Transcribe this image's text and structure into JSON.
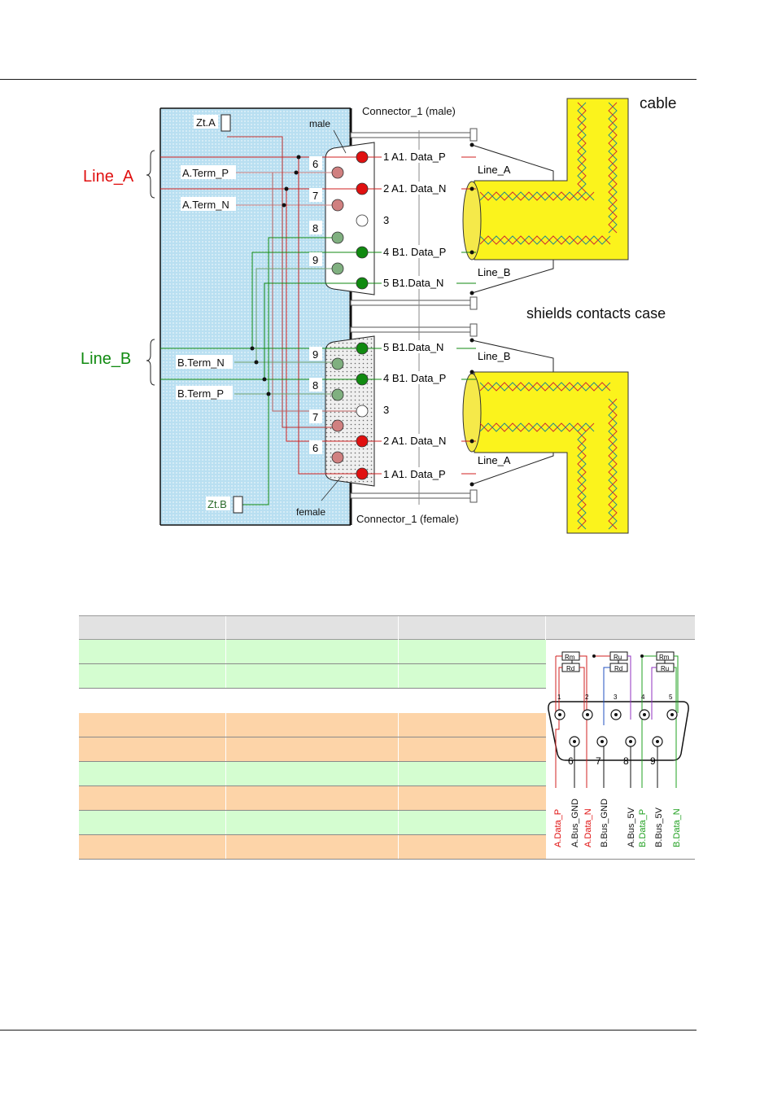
{
  "diagram": {
    "line_a_label": "Line_A",
    "line_b_label": "Line_B",
    "cable_label": "cable",
    "shields_label": "shields contacts case",
    "connector_male_label": "Connector_1 (male)",
    "connector_female_label": "Connector_1 (female)",
    "male_label": "male",
    "female_label": "female",
    "zt_a": "Zt.A",
    "zt_b": "Zt.B",
    "a_term_p": "A.Term_P",
    "a_term_n": "A.Term_N",
    "b_term_n": "B.Term_N",
    "b_term_p": "B.Term_P",
    "male_side_pins": [
      "6",
      "7",
      "8",
      "9"
    ],
    "female_side_pins": [
      "9",
      "8",
      "7",
      "6"
    ],
    "male_pin_labels": [
      "1 A1. Data_P",
      "2 A1. Data_N",
      "3",
      "4 B1. Data_P",
      "5 B1.Data_N"
    ],
    "female_pin_labels": [
      "5 B1.Data_N",
      "4 B1. Data_P",
      "3",
      "2 A1. Data_N",
      "1 A1. Data_P"
    ],
    "cable_line_labels_top": [
      "Line_A",
      "Line_B"
    ],
    "cable_line_labels_bottom": [
      "Line_B",
      "Line_A"
    ],
    "colors": {
      "case": "#b9dff1",
      "cable": "#fbf31c",
      "line_a": "#e01010",
      "line_b": "#108a10"
    }
  },
  "table": {
    "rows": [
      "green",
      "green",
      "blank",
      "orange",
      "orange",
      "green",
      "orange",
      "green",
      "orange"
    ],
    "colors": {
      "green": "#d4fdd0",
      "orange": "#fdd4a8",
      "header": "#e2e2e2"
    }
  },
  "pinout": {
    "resistors_top": [
      "Rm",
      "Ru",
      "Rm"
    ],
    "resistors_bottom": [
      "Rd",
      "Rd",
      "Ru"
    ],
    "top_pins": [
      "1",
      "2",
      "3",
      "4",
      "5"
    ],
    "bottom_pins": [
      "6",
      "7",
      "8",
      "9"
    ],
    "signals": [
      "A.Data_P",
      "A.Bus_GND",
      "A.Data_N",
      "B.Bus_GND",
      "A.Bus_5V",
      "B.Data_P",
      "B.Bus_5V",
      "B.Data_N"
    ],
    "signal_colors": [
      "#e01010",
      "#111111",
      "#e01010",
      "#111111",
      "#111111",
      "#20a020",
      "#111111",
      "#20a020"
    ]
  }
}
